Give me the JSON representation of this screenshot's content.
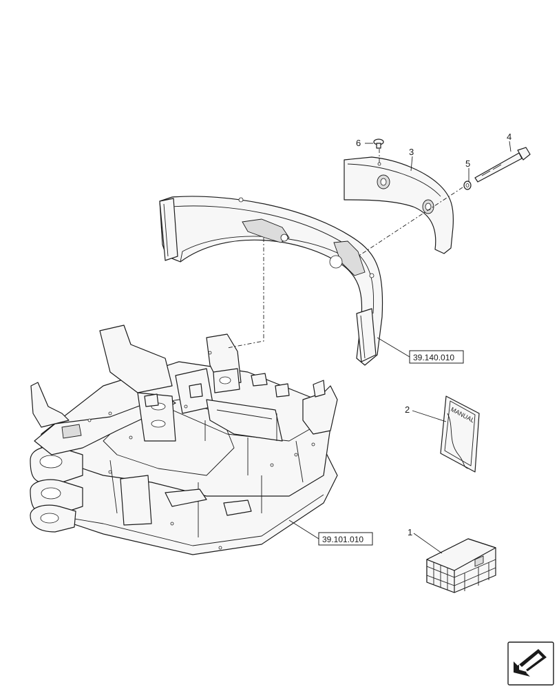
{
  "callouts": {
    "item_1": "1",
    "item_2": "2",
    "item_3": "3",
    "item_4": "4",
    "item_5": "5",
    "item_6": "6"
  },
  "references": {
    "counterweight_group": "39.140.010",
    "frame_group": "39.101.010"
  },
  "manual_cover_text": "MANUAL",
  "icons": {
    "navigation": "back-arrow-icon"
  }
}
